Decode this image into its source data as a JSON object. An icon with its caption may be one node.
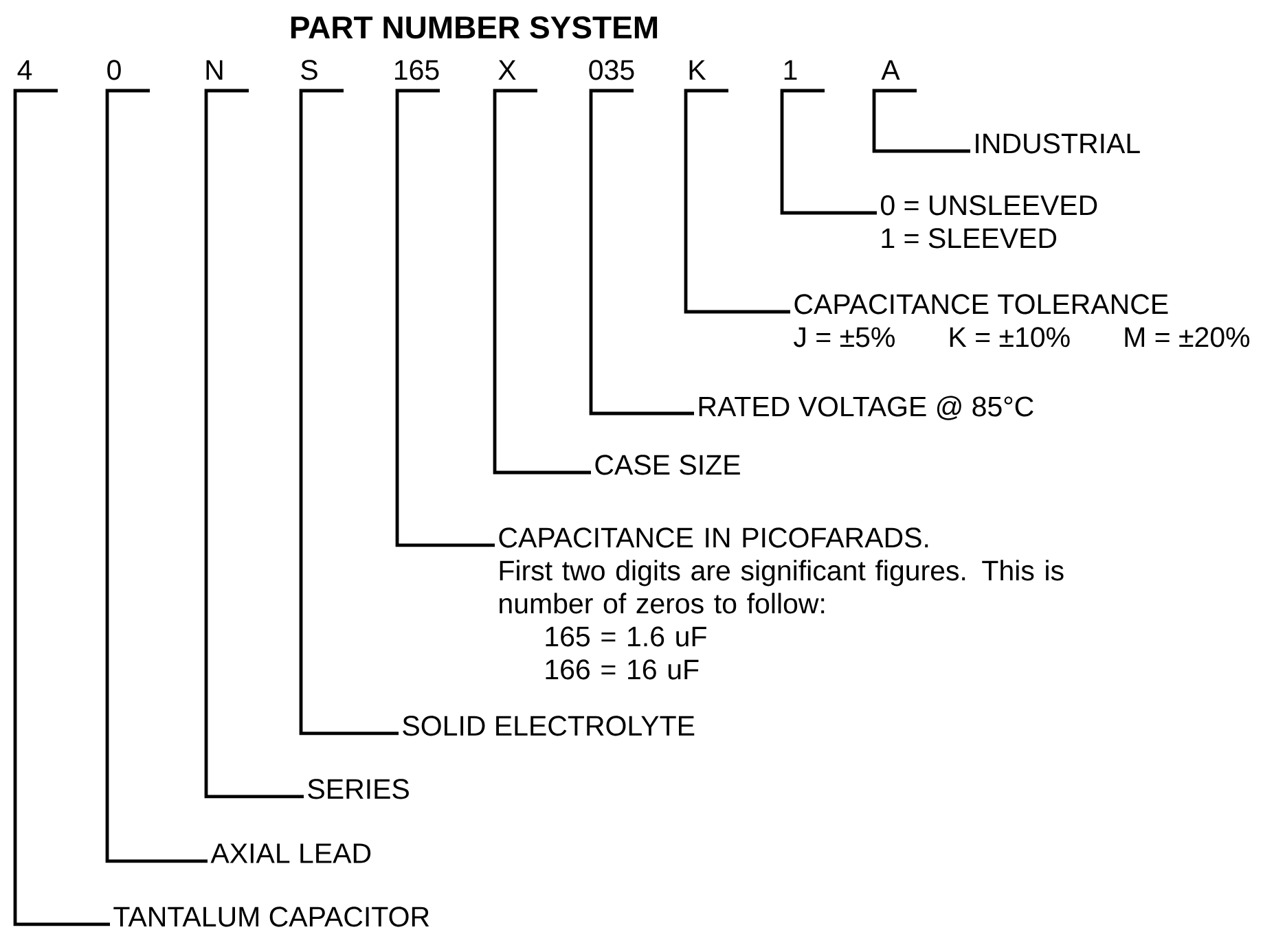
{
  "diagram": {
    "title": "PART NUMBER SYSTEM",
    "nodes": [
      {
        "text": [
          "4"
        ]
      },
      {
        "text": [
          "0"
        ]
      },
      {
        "text": [
          "N"
        ]
      },
      {
        "text": [
          "S"
        ]
      },
      {
        "text": [
          "165"
        ]
      },
      {
        "text": [
          "X"
        ]
      },
      {
        "text": [
          "035"
        ]
      },
      {
        "text": [
          "K"
        ]
      },
      {
        "text": [
          "1"
        ]
      },
      {
        "text": [
          "A"
        ]
      },
      {
        "text": [
          "INDUSTRIAL"
        ]
      },
      {
        "text": [
          "0 = UNSLEEVED",
          "1 = SLEEVED"
        ]
      },
      {
        "text": [
          "CAPACITANCE TOLERANCE",
          "J = ±5%",
          "K = ±10%",
          "M = ±20%"
        ]
      },
      {
        "text": [
          "RATED VOLTAGE @ 85°C"
        ]
      },
      {
        "text": [
          "CASE SIZE"
        ]
      },
      {
        "text": [
          "CAPACITANCE IN PICOFARADS.",
          "First two digits are significant figures. This is number of zeros to follow:",
          "165 = 1.6 uF",
          "166 = 16 uF"
        ]
      },
      {
        "text": [
          "SOLID ELECTROLYTE"
        ]
      },
      {
        "text": [
          "SERIES"
        ]
      },
      {
        "text": [
          "AXIAL LEAD"
        ]
      },
      {
        "text": [
          "TANTALUM CAPACITOR"
        ]
      }
    ],
    "edges": [
      {
        "from": 0,
        "to": 19,
        "arrow": "none"
      },
      {
        "from": 1,
        "to": 18,
        "arrow": "none"
      },
      {
        "from": 2,
        "to": 17,
        "arrow": "none"
      },
      {
        "from": 3,
        "to": 16,
        "arrow": "none"
      },
      {
        "from": 4,
        "to": 15,
        "arrow": "none"
      },
      {
        "from": 5,
        "to": 14,
        "arrow": "none"
      },
      {
        "from": 6,
        "to": 13,
        "arrow": "none"
      },
      {
        "from": 7,
        "to": 12,
        "arrow": "none"
      },
      {
        "from": 8,
        "to": 11,
        "arrow": "none"
      },
      {
        "from": 9,
        "to": 10,
        "arrow": "none"
      }
    ]
  }
}
